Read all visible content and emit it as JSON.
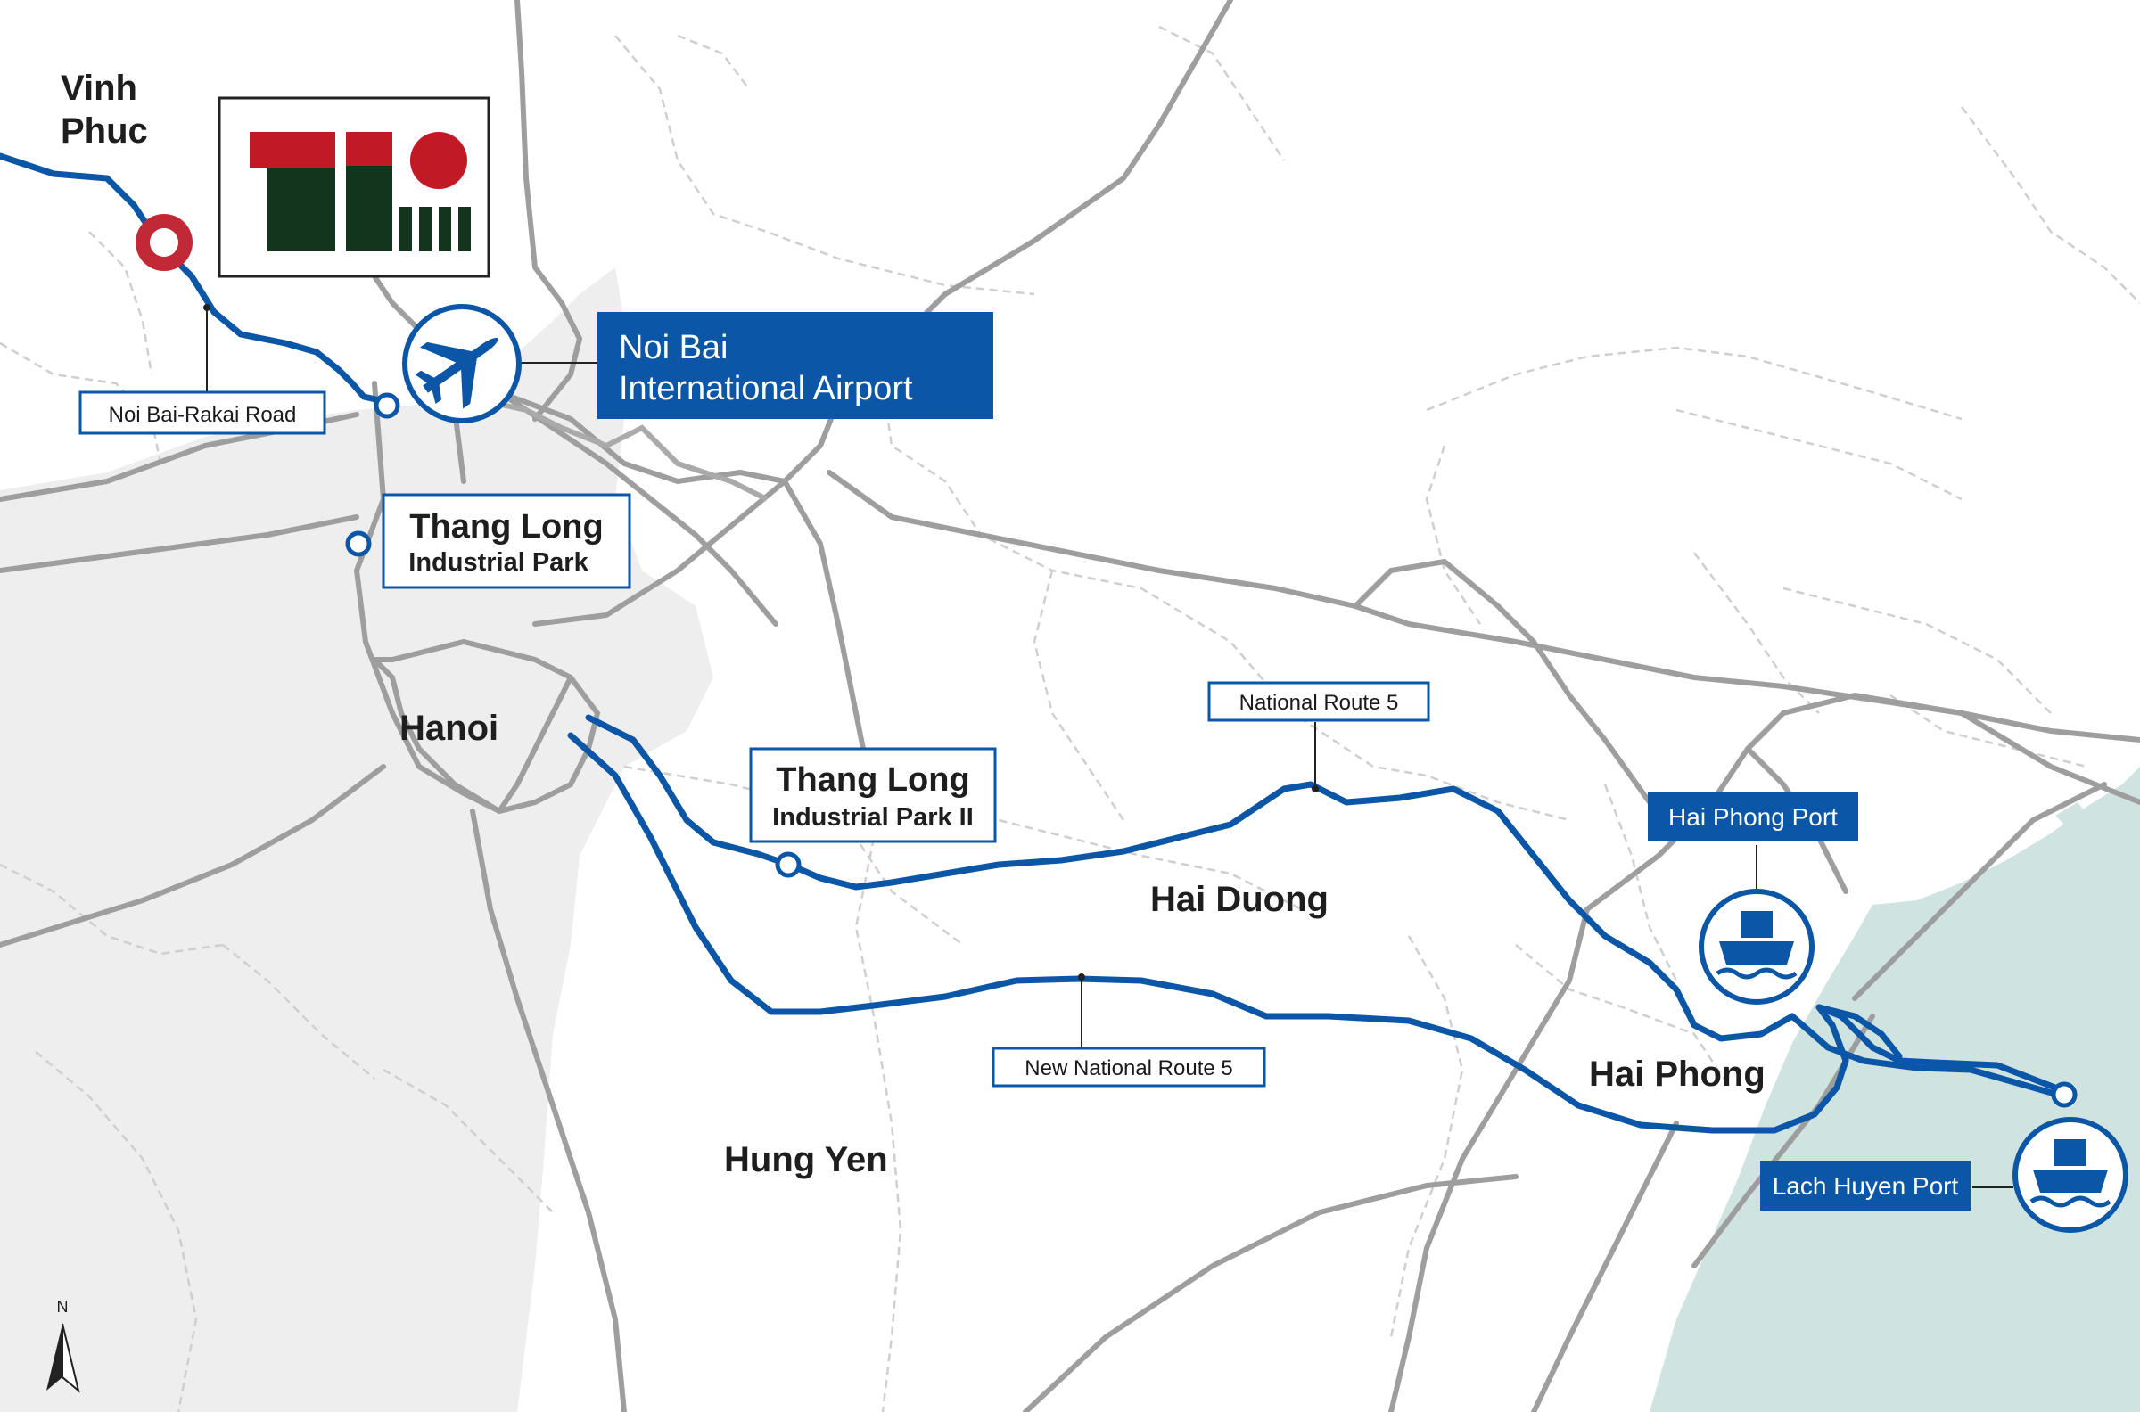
{
  "colors": {
    "route_blue": "#0b56a6",
    "road_gray": "#9e9e9e",
    "district_border": "#cfcfcf",
    "hanoi_area": "#eeeeee",
    "sea": "#cfe4e0",
    "logo_red": "#c21a24",
    "logo_green": "#13351d",
    "marker_red": "#c22936"
  },
  "logo": {
    "alt": "TLIP"
  },
  "regions": {
    "vinh_phuc_line1": "Vinh",
    "vinh_phuc_line2": "Phuc",
    "hanoi": "Hanoi",
    "hai_duong": "Hai Duong",
    "hung_yen": "Hung Yen",
    "hai_phong": "Hai Phong"
  },
  "routes": {
    "noi_bai_rakai": "Noi Bai-Rakai Road",
    "national_route_5": "National Route 5",
    "new_national_route_5": "New National Route 5"
  },
  "places": {
    "airport_line1": "Noi Bai",
    "airport_line2": "International Airport",
    "tlip1_line1": "Thang Long",
    "tlip1_line2": "Industrial Park",
    "tlip2_line1": "Thang Long",
    "tlip2_line2": "Industrial Park II",
    "hai_phong_port": "Hai Phong Port",
    "lach_huyen_port": "Lach Huyen Port"
  },
  "icons": {
    "airport": "airplane-icon",
    "port": "ship-icon",
    "compass": "north-arrow-icon",
    "location": "red-ring-marker-icon"
  },
  "compass": {
    "label": "N"
  }
}
